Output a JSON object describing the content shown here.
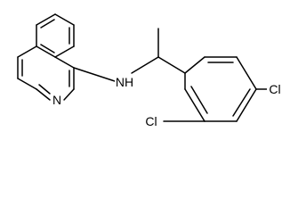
{
  "structure": {
    "atom_labels": {
      "quinoline_nitrogen": "N",
      "amine": "NH",
      "chlorine_ortho": "Cl",
      "chlorine_para": "Cl"
    }
  }
}
